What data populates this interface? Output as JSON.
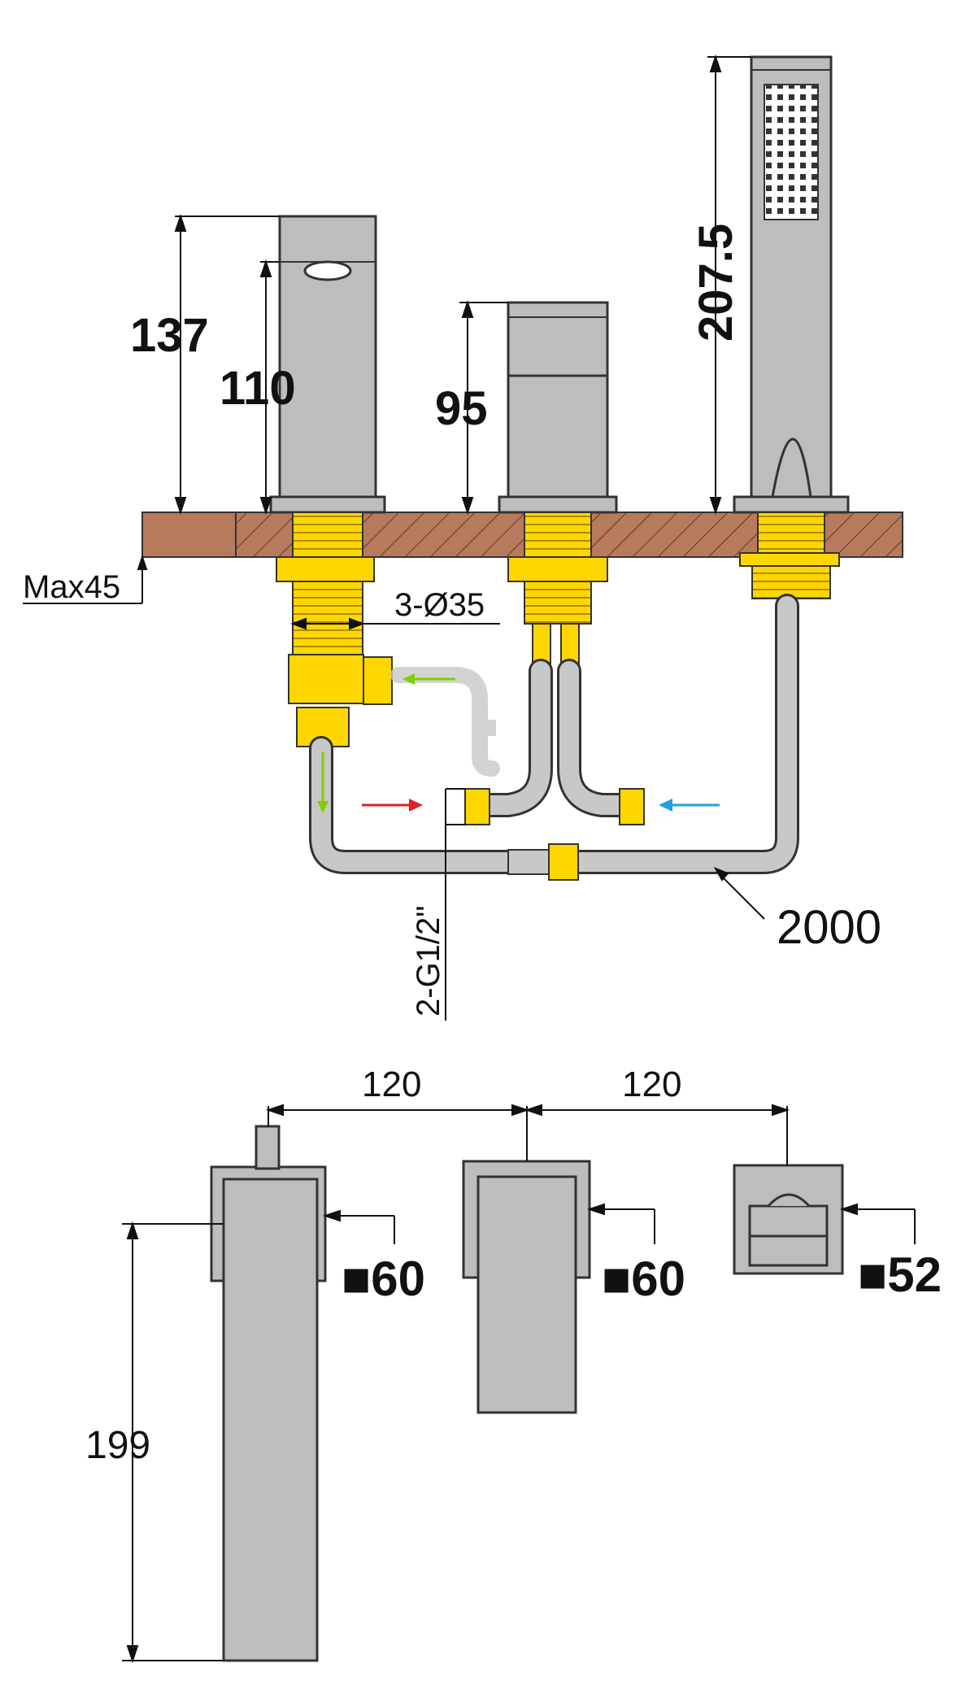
{
  "elevation": {
    "spout_height_total": "137",
    "spout_height": "110",
    "handle_height": "95",
    "handshower_height": "207.5",
    "deck_thickness": "Max45",
    "hole_diameter": "3-Ø35",
    "inlet_thread": "2-G1/2\"",
    "hose_length": "2000"
  },
  "plan": {
    "spacing_1": "120",
    "spacing_2": "120",
    "spout_projection": "199",
    "spout_base": "■60",
    "handle_base": "■60",
    "shower_base": "■52"
  },
  "colors": {
    "brass": "#FFD700",
    "chrome": "#bdbdbd",
    "hose": "#c8c8c8",
    "deck": "#b87a5c",
    "hot": "#e02020",
    "cold": "#20a0e0",
    "flow": "#7fd000"
  }
}
